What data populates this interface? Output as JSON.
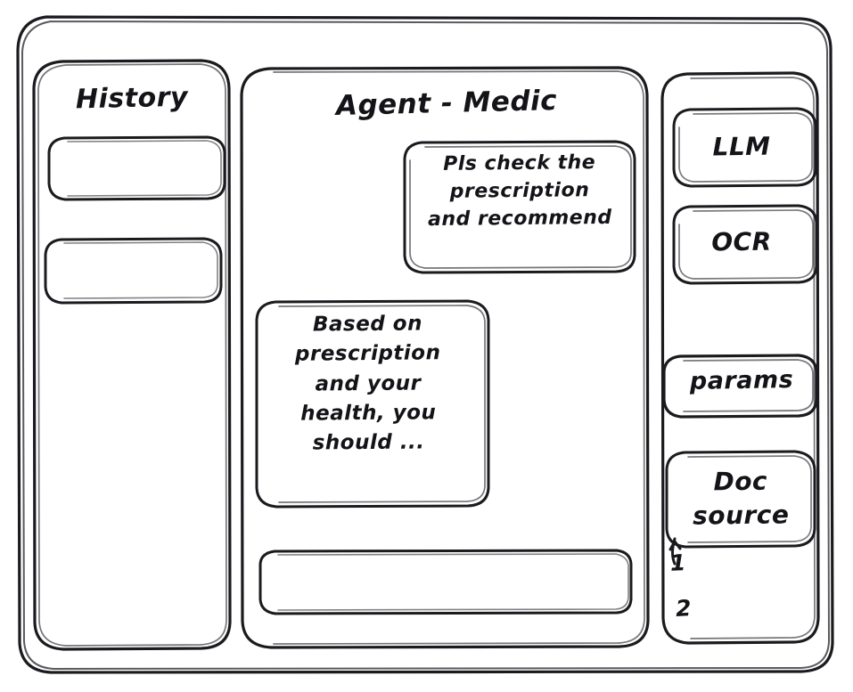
{
  "app": {
    "style": "hand-drawn wireframe sketch",
    "ink_color": "#1b1b1f",
    "paper_color": "#ffffff"
  },
  "sidebar_left": {
    "title": "History",
    "items": [
      {
        "label": ""
      },
      {
        "label": ""
      }
    ]
  },
  "main": {
    "title": "Agent - Medic",
    "messages": [
      {
        "role": "user",
        "align": "right",
        "text": "Pls check the\nprescription\nand recommend"
      },
      {
        "role": "assistant",
        "align": "left",
        "text": "Based on\nprescription\nand your\nhealth, you\nshould ..."
      }
    ],
    "composer": {
      "value": "",
      "placeholder": ""
    }
  },
  "sidebar_right": {
    "panels": [
      {
        "name": "llm",
        "label": "LLM"
      },
      {
        "name": "ocr",
        "label": "OCR"
      },
      {
        "name": "params",
        "label": "params"
      },
      {
        "name": "doc-source",
        "label": "Doc\nsource"
      }
    ],
    "doc_source_list": [
      {
        "marker": "1"
      },
      {
        "marker": "2"
      }
    ]
  }
}
